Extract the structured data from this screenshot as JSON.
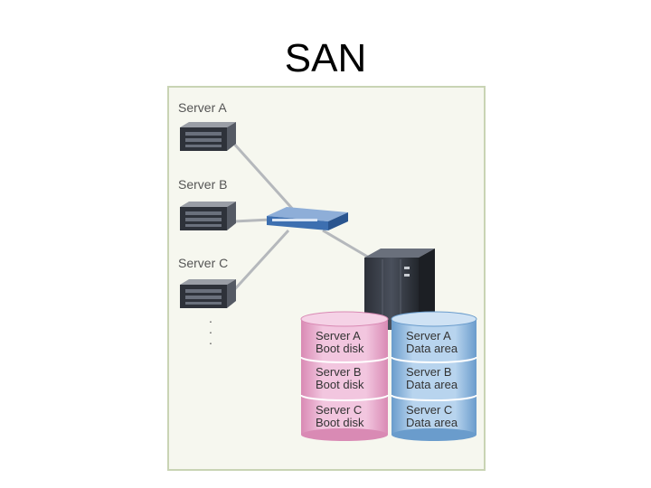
{
  "title": "SAN",
  "servers": [
    {
      "label": "Server A"
    },
    {
      "label": "Server B"
    },
    {
      "label": "Server C"
    }
  ],
  "ellipsis": "· · ·",
  "boot_disks": [
    {
      "line1": "Server A",
      "line2": "Boot disk"
    },
    {
      "line1": "Server B",
      "line2": "Boot disk"
    },
    {
      "line1": "Server C",
      "line2": "Boot disk"
    }
  ],
  "data_areas": [
    {
      "line1": "Server A",
      "line2": "Data area"
    },
    {
      "line1": "Server B",
      "line2": "Data area"
    },
    {
      "line1": "Server C",
      "line2": "Data area"
    }
  ],
  "colors": {
    "boot_disk": "#e2a8c8",
    "data_area": "#8fb8dc",
    "cable": "#b5b8bc",
    "switch": "#3d6fb0",
    "storage": "#2a2e36"
  }
}
